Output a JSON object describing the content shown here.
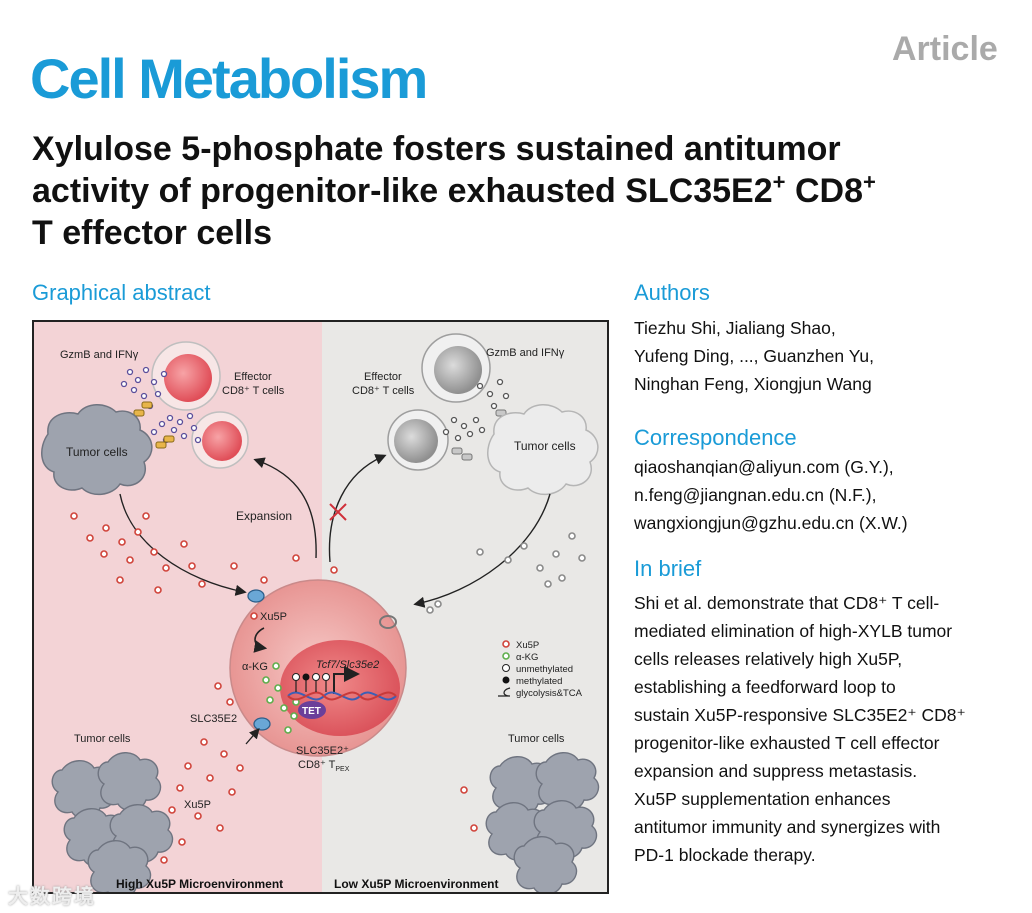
{
  "header": {
    "journal": "Cell Metabolism",
    "article_type": "Article"
  },
  "title": {
    "line1": "Xylulose 5-phosphate fosters sustained antitumor",
    "line2_pre": "activity of progenitor-like exhausted SLC35E2",
    "sup1": "+",
    "line2_mid": " CD8",
    "sup2": "+",
    "line3": "T effector cells"
  },
  "graphical_abstract": {
    "heading": "Graphical abstract",
    "left_panel": {
      "cytokines": "GzmB and IFNγ",
      "effector_line1": "Effector",
      "effector_line2": "CD8⁺ T cells",
      "tumor_cells_top": "Tumor cells",
      "expansion": "Expansion",
      "xu5p_inner": "Xu5P",
      "akg_inner": "α-KG",
      "slc35e2": "SLC35E2",
      "tumor_cells_bottom": "Tumor cells",
      "xu5p_outer": "Xu5P",
      "footer": "High Xu5P Microenvironment"
    },
    "right_panel": {
      "cytokines": "GzmB and IFNγ",
      "effector_line1": "Effector",
      "effector_line2": "CD8⁺ T cells",
      "tumor_cells_top": "Tumor cells",
      "tumor_cells_bottom": "Tumor cells",
      "footer": "Low Xu5P Microenvironment"
    },
    "center_cell": {
      "gene": "Tcf7/Slc35e2",
      "tet": "TET",
      "label_line1": "SLC35E2⁺",
      "label_line2": "CD8⁺ T",
      "label_sub": "PEX"
    },
    "legend": [
      {
        "label": "Xu5P",
        "color": "#e05a4e"
      },
      {
        "label": "α-KG",
        "color": "#7cc46a"
      },
      {
        "label": "unmethylated",
        "color": "#ffffff"
      },
      {
        "label": "methylated",
        "color": "#111111"
      },
      {
        "label": "glycolysis&TCA",
        "color": "#222222"
      }
    ],
    "colors": {
      "left_bg": "#f3d3d6",
      "right_bg": "#e9e8e6",
      "xu5p": "#e05a4e",
      "akg": "#7cc46a",
      "effector_red": "#e8606a",
      "tumor_gray": "#9aa0ab"
    }
  },
  "authors": {
    "heading": "Authors",
    "lines": [
      "Tiezhu Shi, Jialiang Shao,",
      "Yufeng Ding, ..., Guanzhen Yu,",
      "Ninghan Feng, Xiongjun Wang"
    ]
  },
  "correspondence": {
    "heading": "Correspondence",
    "lines": [
      "qiaoshanqian@aliyun.com (G.Y.),",
      "n.feng@jiangnan.edu.cn (N.F.),",
      "wangxiongjun@gzhu.edu.cn (X.W.)"
    ]
  },
  "in_brief": {
    "heading": "In brief",
    "lines": [
      "Shi et al. demonstrate that CD8⁺ T cell-",
      "mediated elimination of high-XYLB tumor",
      "cells releases relatively high Xu5P,",
      "establishing a feedforward loop to",
      "sustain Xu5P-responsive SLC35E2⁺ CD8⁺",
      "progenitor-like exhausted T cell effector",
      "expansion and suppress metastasis.",
      "Xu5P supplementation enhances",
      "antitumor immunity and synergizes with",
      "PD-1 blockade therapy."
    ]
  },
  "watermark": "大数跨境"
}
